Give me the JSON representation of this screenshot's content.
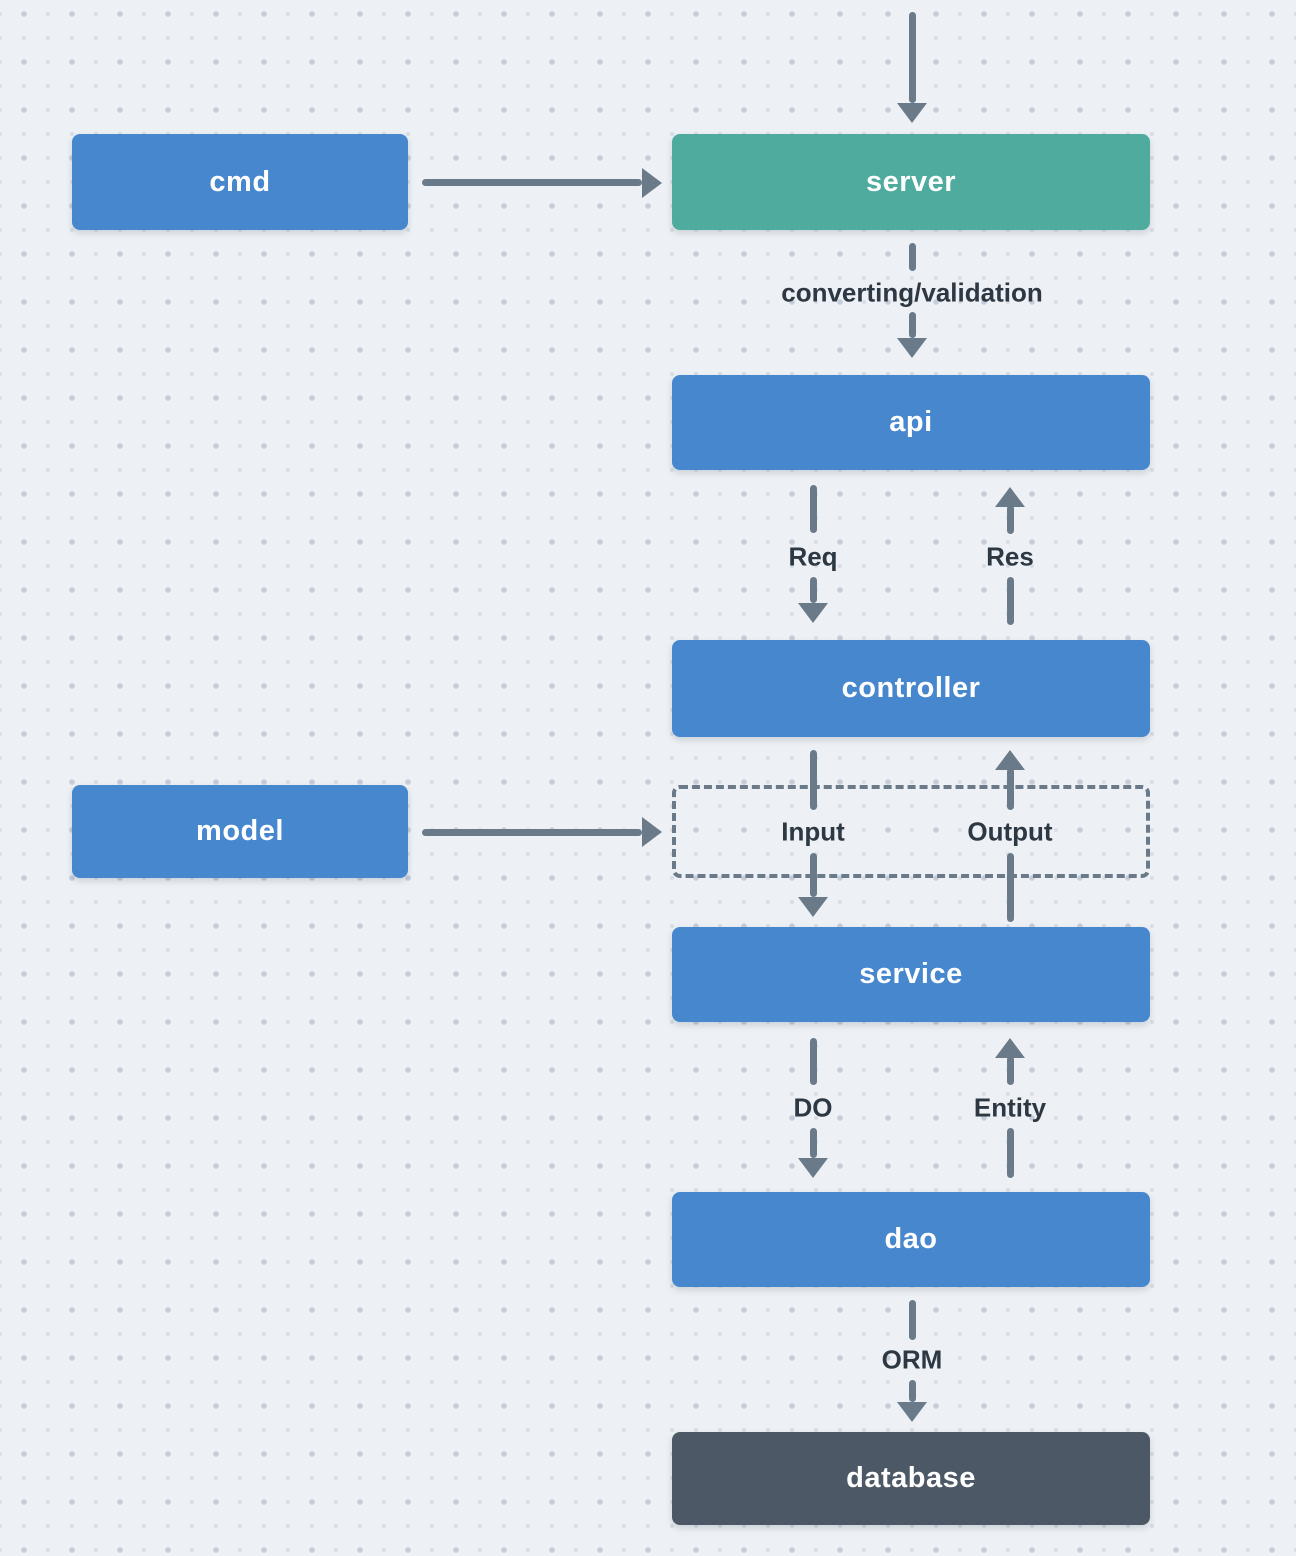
{
  "colors": {
    "background": "#EDF1F5",
    "dot_small": "#D8DDE5",
    "dot_large": "#C5CDD9",
    "node_blue": "#4787CE",
    "node_green": "#4FAB9E",
    "node_dark": "#4C5865",
    "arrow": "#6B7A89",
    "edge_label_text": "#2D3843",
    "node_label_text": "#FFFFFF"
  },
  "nodes": {
    "cmd": {
      "label": "cmd"
    },
    "server": {
      "label": "server"
    },
    "api": {
      "label": "api"
    },
    "controller": {
      "label": "controller"
    },
    "model": {
      "label": "model"
    },
    "service": {
      "label": "service"
    },
    "dao": {
      "label": "dao"
    },
    "database": {
      "label": "database"
    }
  },
  "edge_labels": {
    "converting_validation": "converting/validation",
    "req": "Req",
    "res": "Res",
    "input": "Input",
    "output": "Output",
    "do_label": "DO",
    "entity": "Entity",
    "orm": "ORM"
  }
}
